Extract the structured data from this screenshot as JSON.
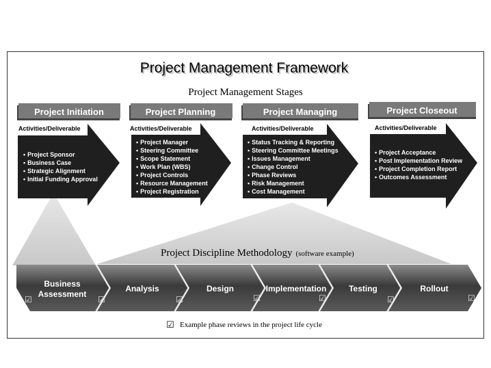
{
  "title": "Project Management Framework",
  "subtitle": "Project Management Stages",
  "activities_label": "Activities/Deliverable",
  "stages": [
    {
      "title": "Project Initiation",
      "items": [
        "Project Sponsor",
        "Business Case",
        "Strategic Alignment",
        "Initial Funding Approval"
      ]
    },
    {
      "title": "Project Planning",
      "items": [
        "Project Manager",
        "Steering Committee",
        "Scope Statement",
        "Work Plan (WBS)",
        "Project Controls",
        "Resource Management",
        "Project Registration"
      ]
    },
    {
      "title": "Project Managing",
      "items": [
        "Status Tracking & Reporting",
        "Steering Committee Meetings",
        "Issues Management",
        "Change Control",
        "Phase Reviews",
        "Risk Management",
        "Cost Management"
      ]
    },
    {
      "title": "Project Closeout",
      "items": [
        "Project Acceptance",
        "Post Implementation Review",
        "Project Completion Report",
        "Outcomes Assessment"
      ]
    }
  ],
  "methodology": {
    "label": "Project Discipline Methodology",
    "note": "(software example)",
    "phases": [
      {
        "line1": "Business",
        "line2": "Assessment"
      },
      {
        "line1": "Analysis",
        "line2": ""
      },
      {
        "line1": "Design",
        "line2": ""
      },
      {
        "line1": "Implementation",
        "line2": ""
      },
      {
        "line1": "Testing",
        "line2": ""
      },
      {
        "line1": "Rollout",
        "line2": ""
      }
    ]
  },
  "legend": {
    "checkbox": "☑",
    "text": "Example phase reviews in the project life cycle"
  },
  "colors": {
    "header_fill": "#7a7a7a",
    "arrow_fill": "#1f1f1f",
    "band_fill": "#4a4a4a",
    "cone_fill": "#d6d6d6"
  }
}
